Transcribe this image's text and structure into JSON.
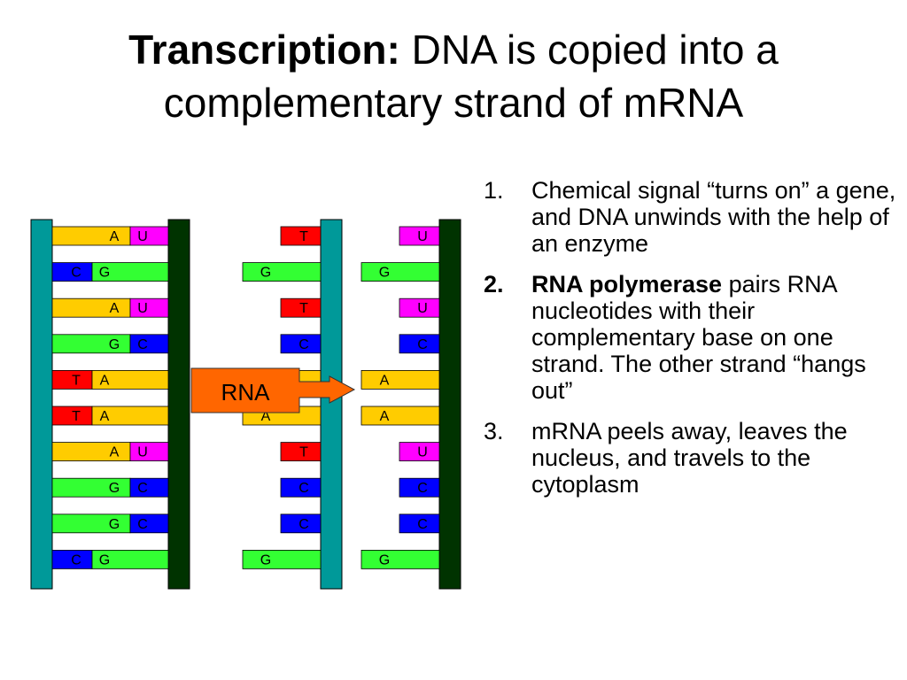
{
  "title": {
    "bold": "Transcription:",
    "line1_rest": " DNA is copied into a",
    "line2": "complementary strand of mRNA"
  },
  "colors": {
    "A": "#ffcc00",
    "T": "#ff0000",
    "G": "#33ff33",
    "C": "#0000ff",
    "U": "#ff00ff",
    "backbone_teal": "#009999",
    "backbone_dark": "#003300",
    "arrow": "#ff6600"
  },
  "arrow_label": "RNA",
  "dna_rows": [
    {
      "left": "A",
      "right": "U"
    },
    {
      "left": "C",
      "right": "G"
    },
    {
      "left": "A",
      "right": "U"
    },
    {
      "left": "G",
      "right": "C"
    },
    {
      "left": "T",
      "right": "A"
    },
    {
      "left": "T",
      "right": "A"
    },
    {
      "left": "A",
      "right": "U"
    },
    {
      "left": "G",
      "right": "C"
    },
    {
      "left": "G",
      "right": "C"
    },
    {
      "left": "C",
      "right": "G"
    }
  ],
  "strand_a": [
    "T",
    "G",
    "T",
    "C",
    "A",
    "A",
    "T",
    "C",
    "C",
    "G"
  ],
  "strand_b": [
    "U",
    "G",
    "U",
    "C",
    "A",
    "A",
    "U",
    "C",
    "C",
    "G"
  ],
  "steps": [
    {
      "num": "1.",
      "text": "Chemical signal “turns on” a gene, and DNA unwinds with the help of an enzyme"
    },
    {
      "num": "2.",
      "bold": "RNA polymerase",
      "text": " pairs RNA nucleotides with their complementary base on one strand. The other strand “hangs out”"
    },
    {
      "num": "3.",
      "text": "mRNA peels away, leaves the nucleus, and travels to the cytoplasm"
    }
  ]
}
